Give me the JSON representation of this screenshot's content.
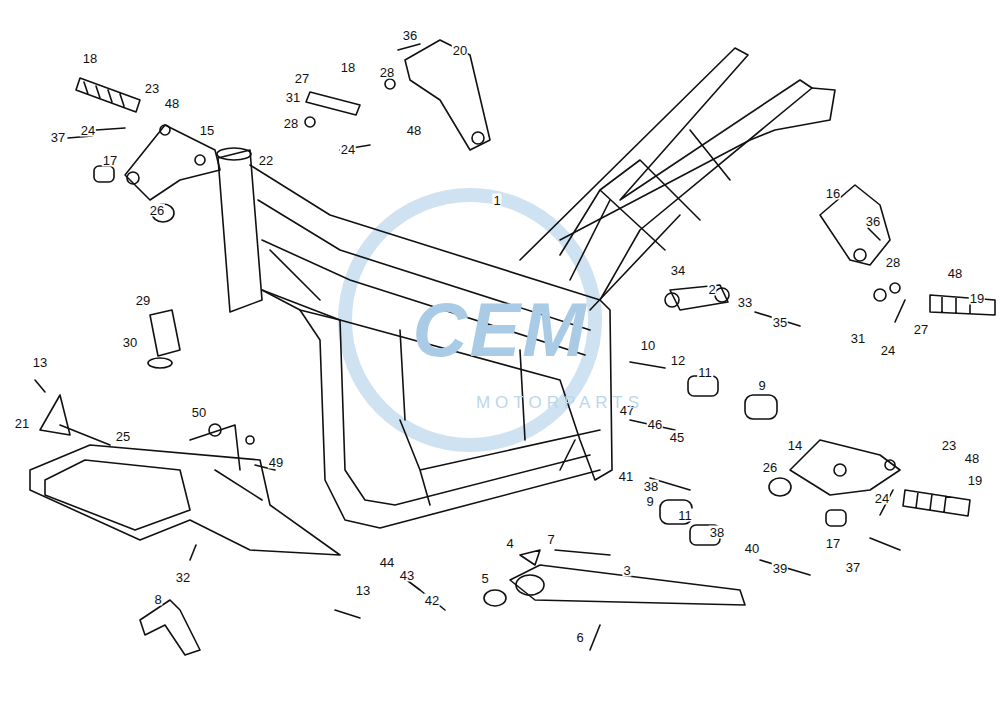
{
  "diagram": {
    "labels": [
      "18",
      "23",
      "48",
      "24",
      "15",
      "37",
      "17",
      "26",
      "36",
      "20",
      "27",
      "18",
      "28",
      "31",
      "28",
      "48",
      "24",
      "22",
      "1",
      "16",
      "36",
      "28",
      "48",
      "19",
      "27",
      "31",
      "24",
      "34",
      "2",
      "33",
      "35",
      "10",
      "12",
      "11",
      "9",
      "29",
      "30",
      "13",
      "21",
      "25",
      "50",
      "49",
      "47",
      "46",
      "45",
      "41",
      "38",
      "9",
      "14",
      "23",
      "48",
      "19",
      "26",
      "24",
      "17",
      "37",
      "11",
      "38",
      "40",
      "39",
      "7",
      "4",
      "3",
      "5",
      "6",
      "44",
      "43",
      "42",
      "32",
      "8",
      "13",
      "CEM",
      "MOTORPARTS"
    ]
  }
}
